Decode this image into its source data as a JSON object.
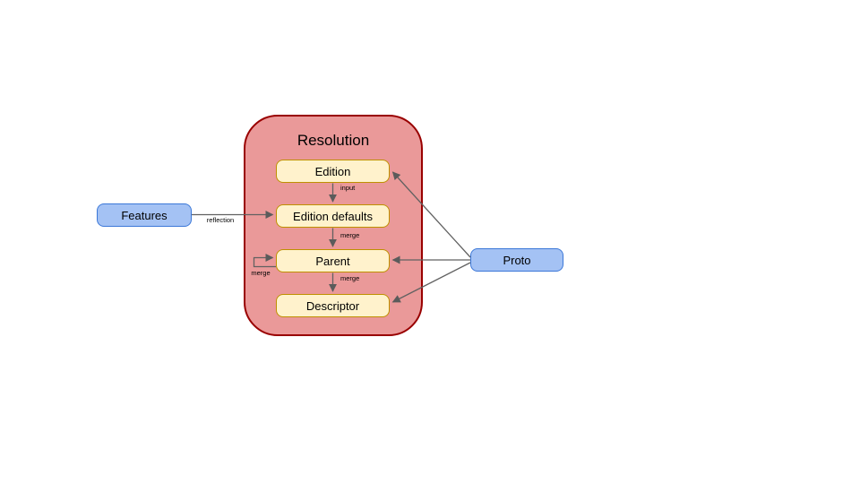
{
  "diagram": {
    "container": {
      "title": "Resolution"
    },
    "nodes": {
      "edition": "Edition",
      "edition_defaults": "Edition defaults",
      "parent": "Parent",
      "descriptor": "Descriptor",
      "features": "Features",
      "proto": "Proto"
    },
    "edge_labels": {
      "reflection": "reflection",
      "input": "input",
      "merge_defaults": "merge",
      "merge_parent": "merge",
      "merge_loop": "merge"
    },
    "edges": [
      {
        "from": "features",
        "to": "edition_defaults",
        "label": "reflection"
      },
      {
        "from": "edition",
        "to": "edition_defaults",
        "label": "input"
      },
      {
        "from": "edition_defaults",
        "to": "parent",
        "label": "merge"
      },
      {
        "from": "parent",
        "to": "descriptor",
        "label": "merge"
      },
      {
        "from": "parent",
        "to": "parent",
        "label": "merge"
      },
      {
        "from": "proto",
        "to": "edition",
        "label": ""
      },
      {
        "from": "proto",
        "to": "parent",
        "label": ""
      },
      {
        "from": "proto",
        "to": "descriptor",
        "label": ""
      }
    ],
    "colors": {
      "container_fill": "#ea9999",
      "container_border": "#990000",
      "node_yellow_fill": "#fff2cc",
      "node_yellow_border": "#bf9000",
      "node_blue_fill": "#a4c2f4",
      "node_blue_border": "#3c78d8",
      "arrow": "#616161",
      "text": "#000000"
    }
  }
}
